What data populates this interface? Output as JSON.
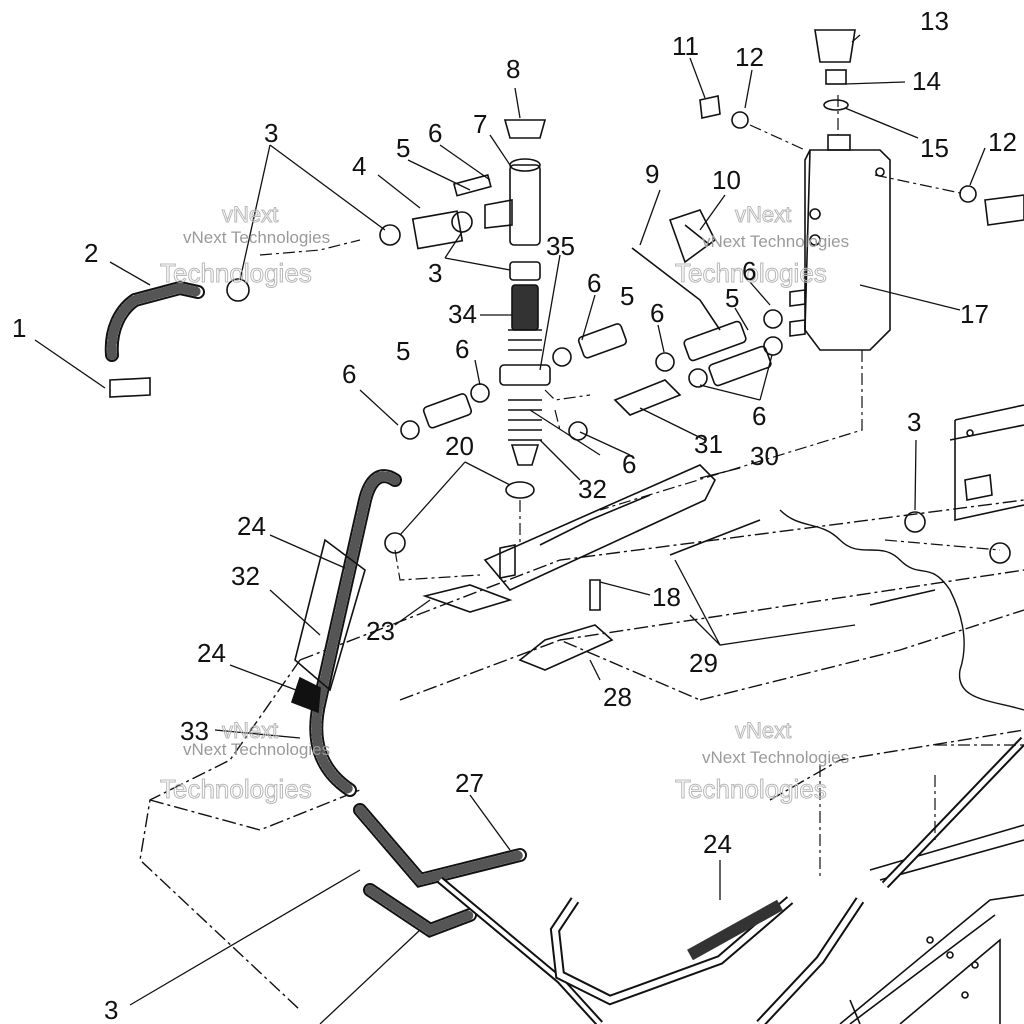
{
  "diagram": {
    "callouts": [
      {
        "id": "c1",
        "text": "1"
      },
      {
        "id": "c2",
        "text": "2"
      },
      {
        "id": "c3a",
        "text": "3"
      },
      {
        "id": "c4",
        "text": "4"
      },
      {
        "id": "c5a",
        "text": "5"
      },
      {
        "id": "c6a",
        "text": "6"
      },
      {
        "id": "c7",
        "text": "7"
      },
      {
        "id": "c8",
        "text": "8"
      },
      {
        "id": "c3b",
        "text": "3"
      },
      {
        "id": "c35",
        "text": "35"
      },
      {
        "id": "c34",
        "text": "34"
      },
      {
        "id": "c9",
        "text": "9"
      },
      {
        "id": "c10",
        "text": "10"
      },
      {
        "id": "c11",
        "text": "11"
      },
      {
        "id": "c12a",
        "text": "12"
      },
      {
        "id": "c13",
        "text": "13"
      },
      {
        "id": "c14",
        "text": "14"
      },
      {
        "id": "c15",
        "text": "15"
      },
      {
        "id": "c12b",
        "text": "12"
      },
      {
        "id": "c17",
        "text": "17"
      },
      {
        "id": "c6b",
        "text": "6"
      },
      {
        "id": "c5b",
        "text": "5"
      },
      {
        "id": "c6c",
        "text": "6"
      },
      {
        "id": "c5c",
        "text": "5"
      },
      {
        "id": "c6d",
        "text": "6"
      },
      {
        "id": "c5d",
        "text": "5"
      },
      {
        "id": "c6e",
        "text": "6"
      },
      {
        "id": "c6f",
        "text": "6"
      },
      {
        "id": "c6g",
        "text": "6"
      },
      {
        "id": "c6h",
        "text": "6"
      },
      {
        "id": "c31",
        "text": "31"
      },
      {
        "id": "c30",
        "text": "30"
      },
      {
        "id": "c20",
        "text": "20"
      },
      {
        "id": "c32a",
        "text": "32"
      },
      {
        "id": "c3c",
        "text": "3"
      },
      {
        "id": "c24a",
        "text": "24"
      },
      {
        "id": "c32b",
        "text": "32"
      },
      {
        "id": "c18",
        "text": "18"
      },
      {
        "id": "c23",
        "text": "23"
      },
      {
        "id": "c29",
        "text": "29"
      },
      {
        "id": "c24b",
        "text": "24"
      },
      {
        "id": "c28",
        "text": "28"
      },
      {
        "id": "c33",
        "text": "33"
      },
      {
        "id": "c27",
        "text": "27"
      },
      {
        "id": "c24c",
        "text": "24"
      },
      {
        "id": "c3d",
        "text": "3"
      }
    ],
    "watermarks": [
      {
        "id": "w1",
        "line1": "vNext",
        "line2": "vNext Technologies",
        "line3": "Technologies"
      },
      {
        "id": "w2",
        "line1": "vNext",
        "line2": "vNext Technologies",
        "line3": "Technologies"
      },
      {
        "id": "w3",
        "line1": "vNext",
        "line2": "vNext Technologies",
        "line3": "Technologies"
      },
      {
        "id": "w4",
        "line1": "vNext",
        "line2": "vNext Technologies",
        "line3": "Technologies"
      }
    ]
  }
}
